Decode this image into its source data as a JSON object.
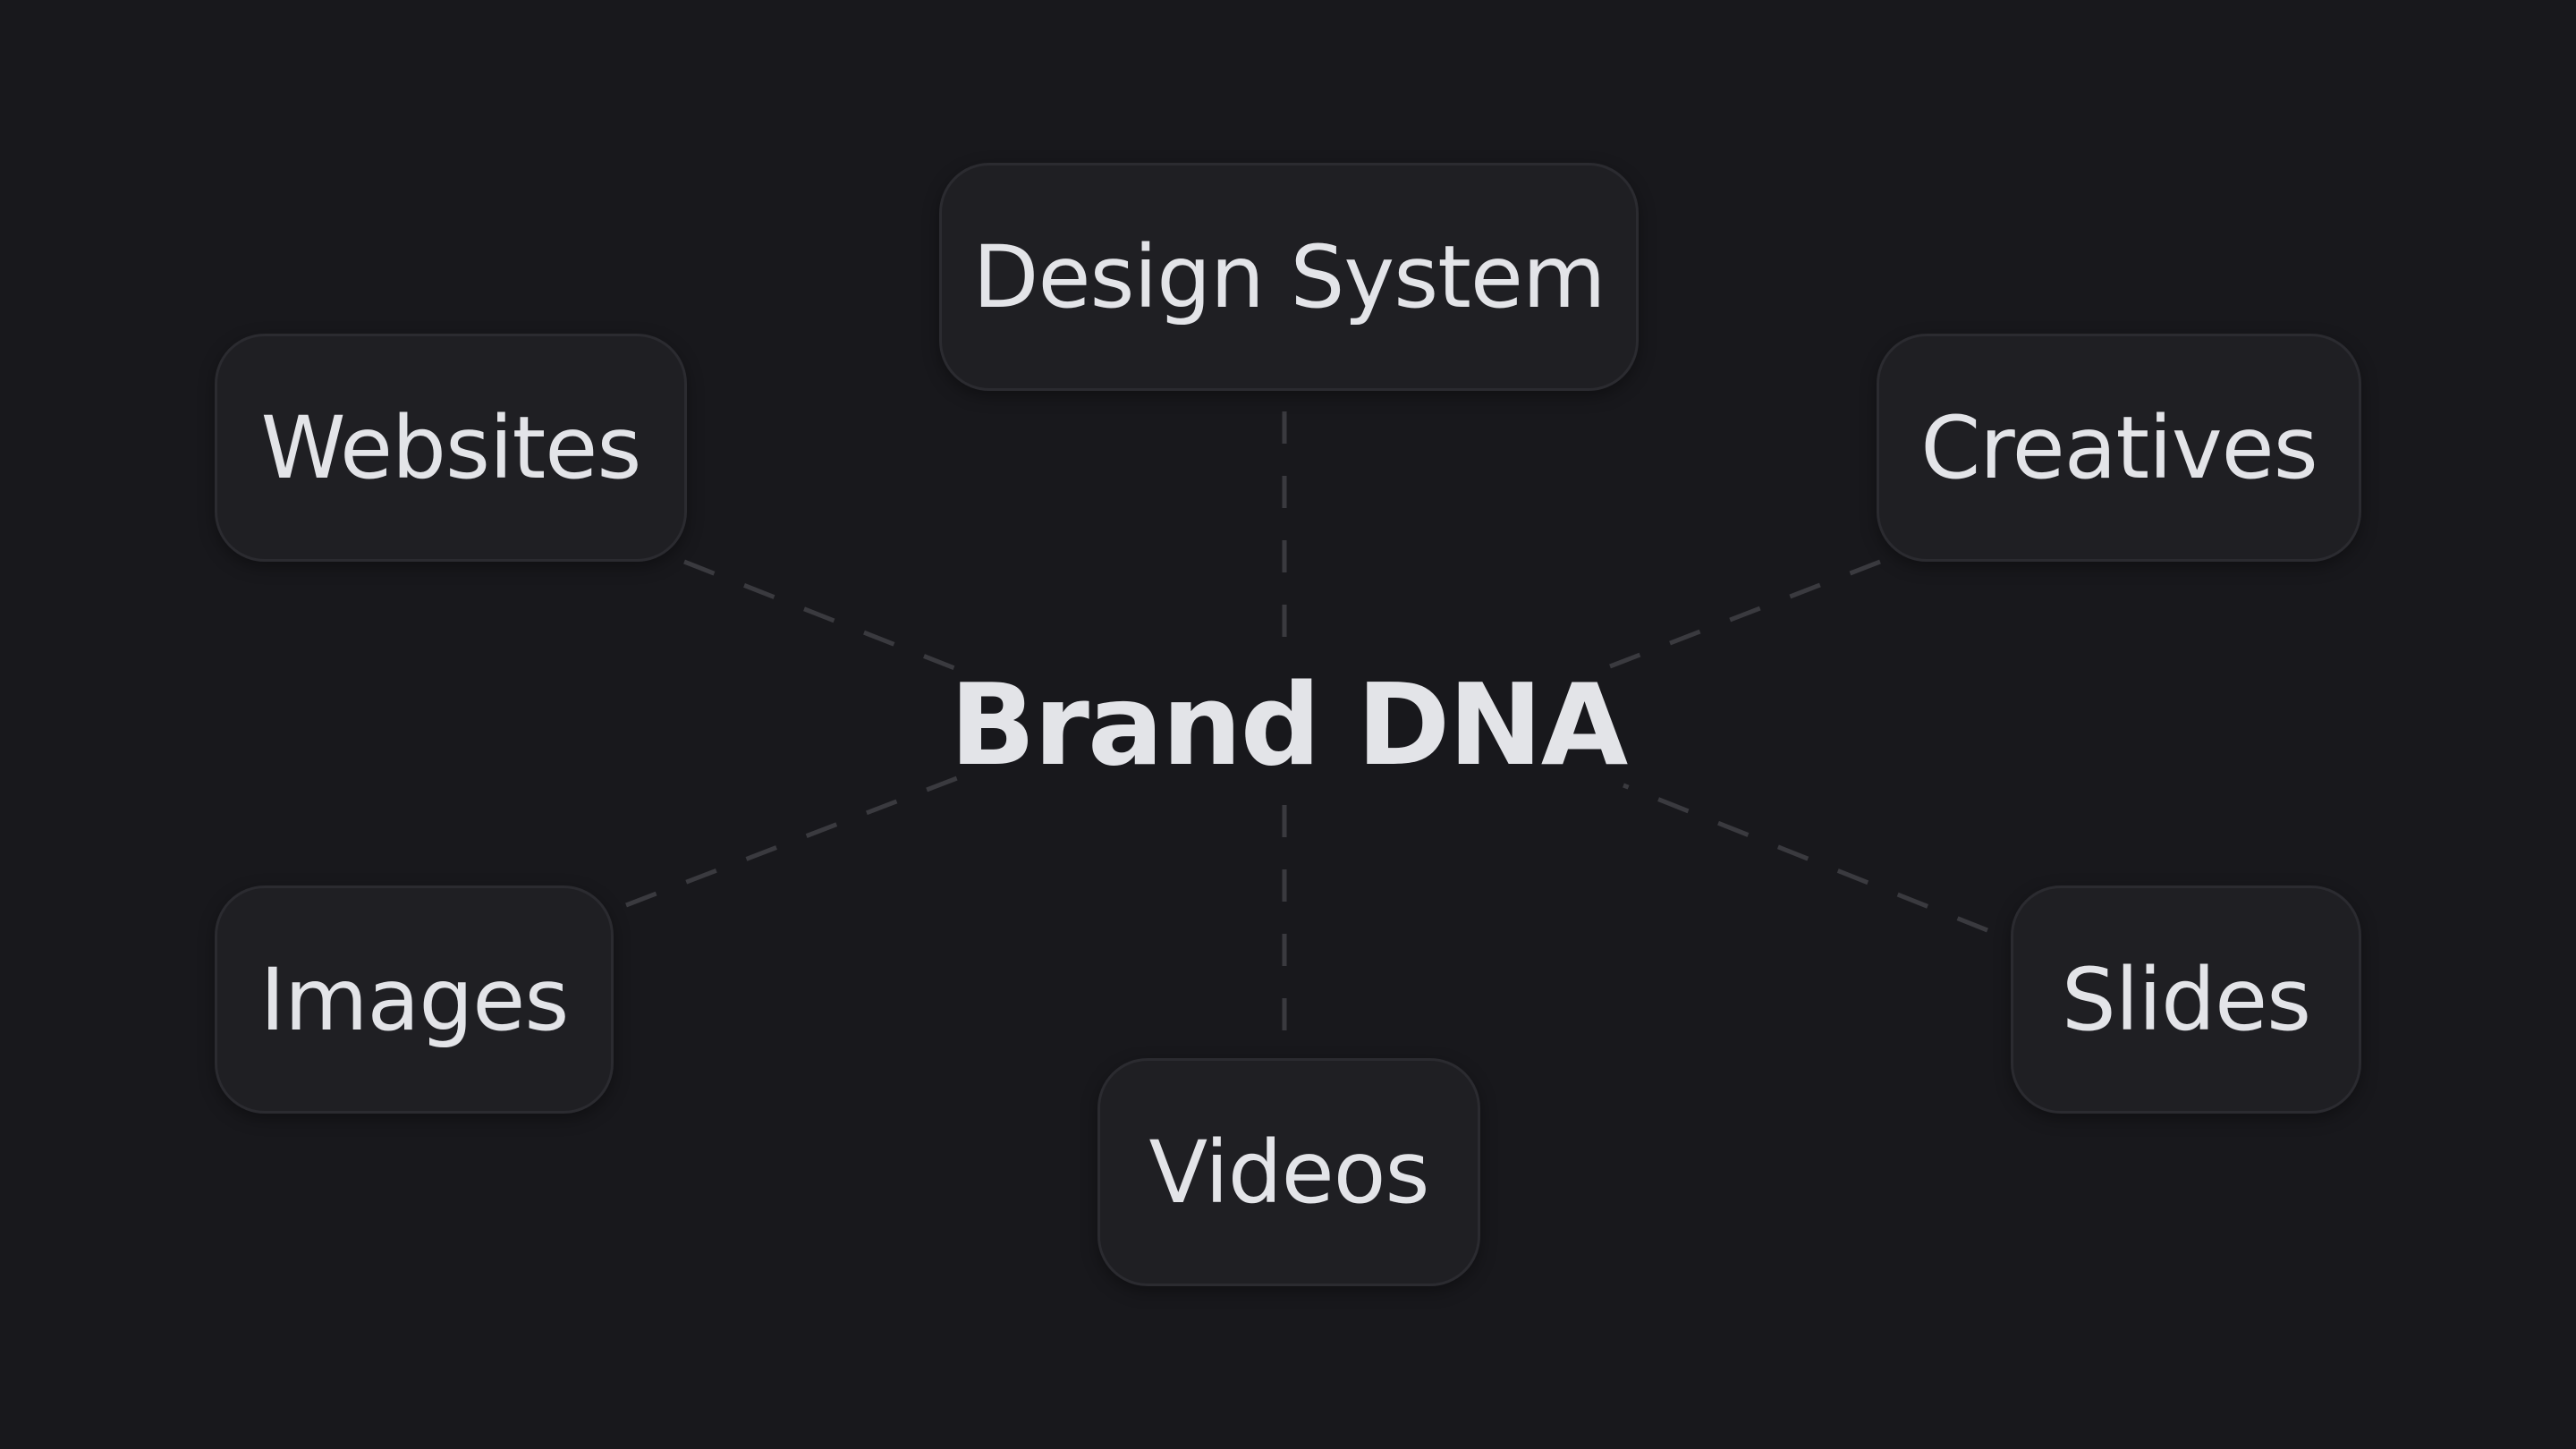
{
  "center": {
    "label": "Brand DNA"
  },
  "nodes": {
    "design_system": "Design System",
    "websites": "Websites",
    "creatives": "Creatives",
    "images": "Images",
    "slides": "Slides",
    "videos": "Videos"
  },
  "colors": {
    "background": "#18181c",
    "node_fill": "#1f1f23",
    "node_border": "#2b2b30",
    "text": "#e3e4e8",
    "connector": "#3a3a3f"
  }
}
